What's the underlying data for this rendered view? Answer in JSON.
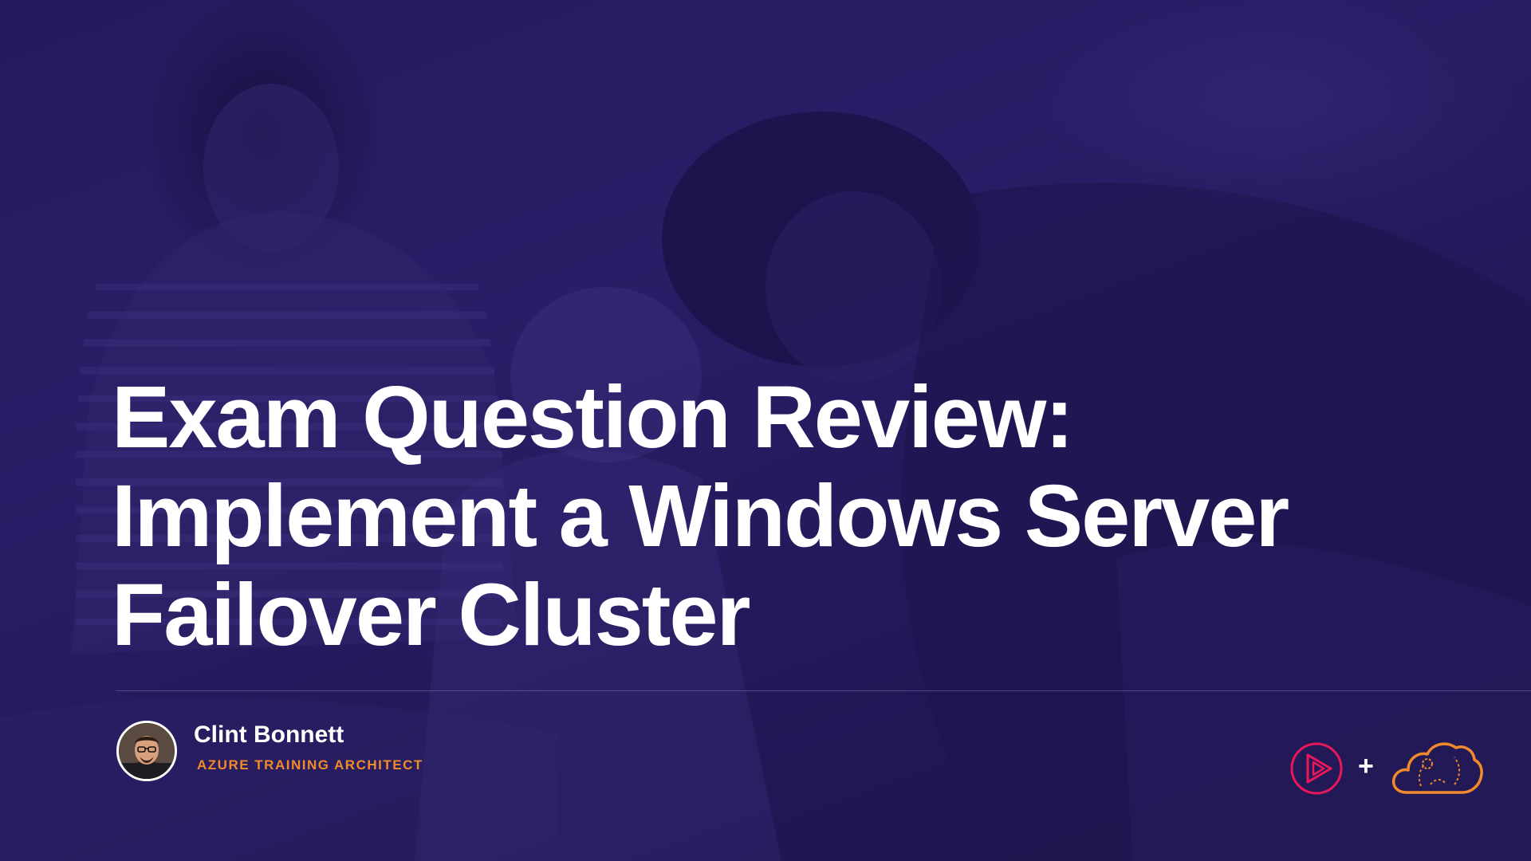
{
  "title": {
    "line1": "Exam Question Review:",
    "line2": "Implement a Windows Server",
    "line3": "Failover Cluster"
  },
  "presenter": {
    "name": "Clint Bonnett",
    "role": "AZURE TRAINING ARCHITECT"
  },
  "logos": {
    "separator": "+",
    "play_logo_icon": "pluralsight-play-icon",
    "cloud_logo_icon": "acloudguru-cloud-icon"
  },
  "colors": {
    "background": "#261a5e",
    "accent_orange": "#f08a2a",
    "accent_pink": "#e8185a",
    "text": "#ffffff"
  }
}
